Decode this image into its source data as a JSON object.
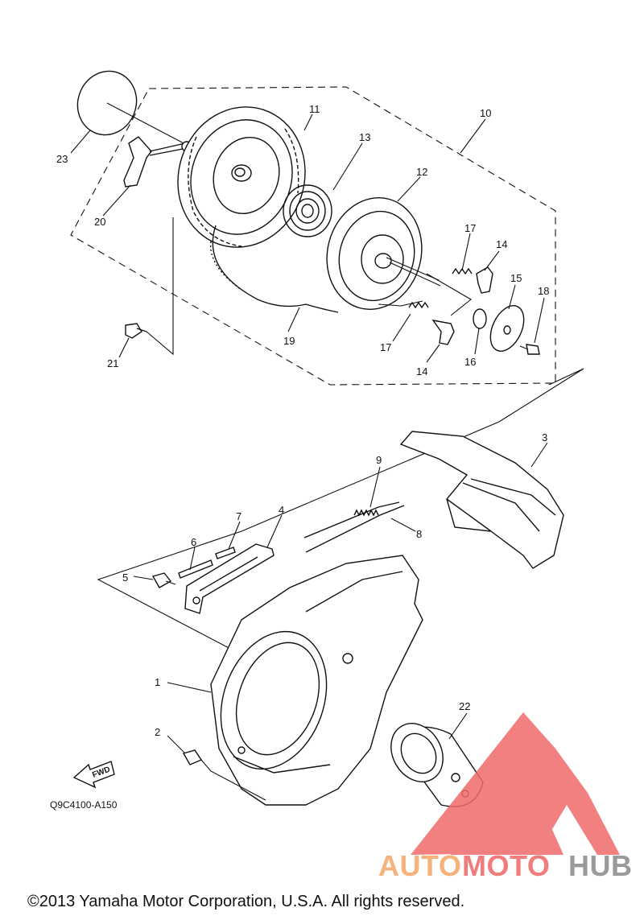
{
  "diagram": {
    "callouts": [
      "1",
      "2",
      "3",
      "4",
      "5",
      "6",
      "7",
      "8",
      "9",
      "10",
      "11",
      "12",
      "13",
      "14",
      "14",
      "15",
      "16",
      "17",
      "17",
      "18",
      "19",
      "20",
      "21",
      "22",
      "23"
    ],
    "diagram_code": "Q9C4100-A150",
    "fwd_label": "FWD",
    "copyright": "©2013 Yamaha Motor Corporation, U.S.A. All rights reserved."
  },
  "watermark": {
    "part1": "AUTO",
    "part2": "MOTO",
    "part3": "HUB",
    "color_part1": "#f5b27a",
    "color_part2": "#f07c7c",
    "color_part3": "#9a9a9a",
    "logo_color": "#f06a6a"
  }
}
